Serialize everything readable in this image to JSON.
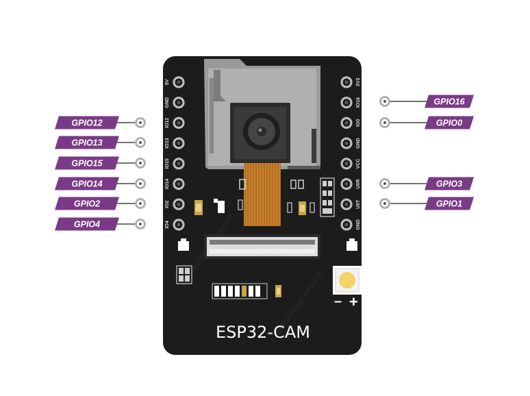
{
  "board": {
    "title": "ESP32-CAM",
    "polarity_minus": "–",
    "polarity_plus": "+"
  },
  "left_header_pins": [
    "5V",
    "GND",
    "IO12",
    "IO13",
    "IO15",
    "IO14",
    "IO2",
    "IO4"
  ],
  "right_header_pins": [
    "3V3",
    "IO16",
    "IO0",
    "GND",
    "VCC",
    "U0R",
    "U0T",
    "GND"
  ],
  "left_gpio_labels": [
    "GPIO12",
    "GPIO13",
    "GPIO15",
    "GPIO14",
    "GPIO2",
    "GPIO4"
  ],
  "right_gpio_labels": [
    "GPIO16",
    "GPIO0",
    "GPIO3",
    "GPIO1"
  ],
  "watermark": "LastMinuteEngineers.com",
  "colors": {
    "board": "#1c1c1c",
    "label_fill": "#7a3b86",
    "pin_ring": "#b8b8b8",
    "ribbon": "#c8812c",
    "flash_led": "#f5d466"
  }
}
